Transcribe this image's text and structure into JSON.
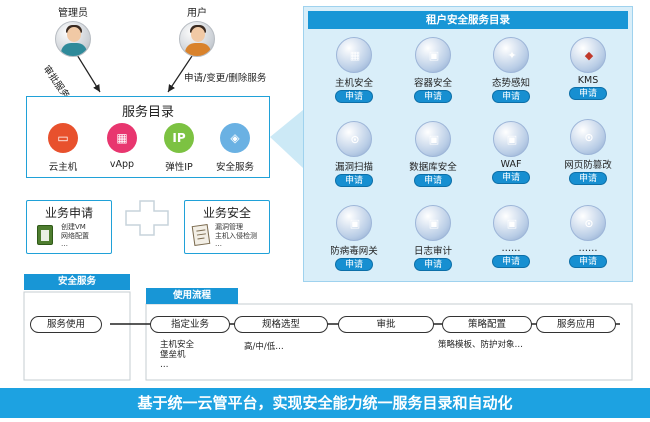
{
  "people": {
    "admin_label": "管理员",
    "user_label": "用户"
  },
  "flow": {
    "approve_label": "审批服务",
    "request_label": "申请/变更/删除服务"
  },
  "catalog": {
    "title": "服务目录",
    "items": [
      {
        "label": "云主机",
        "icon": "monitor-icon",
        "color": "#e8512d"
      },
      {
        "label": "vApp",
        "icon": "apps-icon",
        "color": "#e8366f"
      },
      {
        "label": "弹性IP",
        "icon": "ip-icon",
        "color": "#7cc242"
      },
      {
        "label": "安全服务",
        "icon": "shield-icon",
        "color": "#6ab1e3"
      }
    ]
  },
  "tenant": {
    "title": "租户安全服务目录",
    "apply_label": "申请",
    "services": [
      {
        "label": "主机安全",
        "icon": "firewall-icon"
      },
      {
        "label": "容器安全",
        "icon": "lock-icon"
      },
      {
        "label": "态势感知",
        "icon": "network-icon"
      },
      {
        "label": "KMS",
        "icon": "key-shield-icon"
      },
      {
        "label": "漏洞扫描",
        "icon": "magnifier-icon"
      },
      {
        "label": "数据库安全",
        "icon": "lock-icon"
      },
      {
        "label": "WAF",
        "icon": "lock-icon"
      },
      {
        "label": "网页防篡改",
        "icon": "magnifier-icon"
      },
      {
        "label": "防病毒网关",
        "icon": "lock-icon"
      },
      {
        "label": "日志审计",
        "icon": "lock-icon"
      },
      {
        "label": "……",
        "icon": "lock-icon"
      },
      {
        "label": "……",
        "icon": "magnifier-icon"
      }
    ]
  },
  "request_box": {
    "title": "业务申请",
    "lines": [
      "创建VM",
      "网络配置",
      "…"
    ]
  },
  "security_box": {
    "title": "业务安全",
    "lines": [
      "漏洞管理",
      "主机入侵检测",
      "…"
    ]
  },
  "security_service": {
    "header": "安全服务",
    "usage": "服务使用"
  },
  "process": {
    "header": "使用流程",
    "steps": [
      "指定业务",
      "规格选型",
      "审批",
      "策略配置",
      "服务应用"
    ],
    "notes": {
      "business": [
        "主机安全",
        "堡垒机",
        "…"
      ],
      "spec": "高/中/低…",
      "policy": "策略模板、防护对象…"
    }
  },
  "banner": "基于统一云管平台，实现安全能力统一服务目录和自动化"
}
